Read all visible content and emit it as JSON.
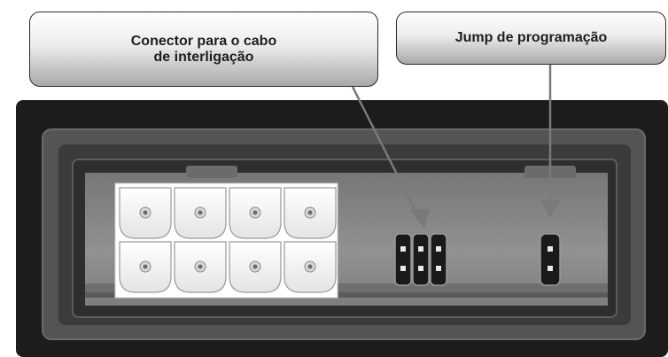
{
  "callouts": {
    "connector": {
      "line1": "Conector para o cabo",
      "line2": "de interligação"
    },
    "jump": {
      "label": "Jump de programação"
    }
  },
  "colors": {
    "housing_outer": "#1c1c1c",
    "housing_frame": "#555555",
    "housing_inner": "#3a3a3a",
    "cavity": "#8a8a8a",
    "connector_block": "#ffffff",
    "pin_header": "#1a1a1a",
    "arrow": "#7a7a7a"
  },
  "components": {
    "connector_cells": 8,
    "jumper_triple_pins": 6,
    "jumper_program_pins": 2
  }
}
